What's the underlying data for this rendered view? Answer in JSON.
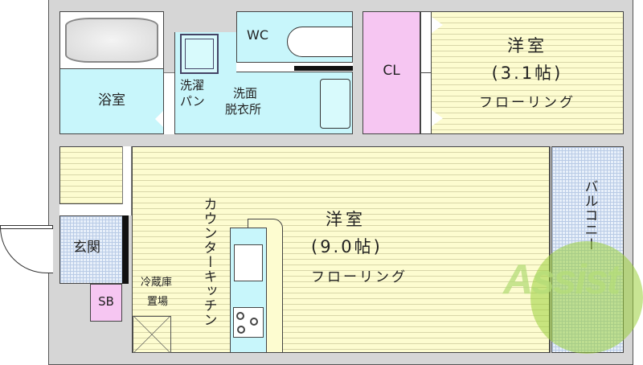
{
  "floorplan": {
    "rooms": {
      "bath": {
        "label": "浴室"
      },
      "wc": {
        "label": "WC"
      },
      "laundry_pan": {
        "label_line1": "洗濯",
        "label_line2": "パン"
      },
      "washroom": {
        "label_line1": "洗面",
        "label_line2": "脱衣所"
      },
      "closet": {
        "label": "CL"
      },
      "western_room_small": {
        "label_line1": "洋室",
        "label_line2": "(3.1帖)",
        "label_line3": "フローリング"
      },
      "western_room_main": {
        "label_line1": "洋室",
        "label_line2": "(9.0帖)",
        "label_line3": "フローリング"
      },
      "entrance": {
        "label": "玄関"
      },
      "shoe_box": {
        "label": "SB"
      },
      "fridge_space": {
        "label_line1": "冷蔵庫",
        "label_line2": "置場"
      },
      "counter_kitchen": {
        "label": "カウンターキッチン"
      },
      "balcony": {
        "label": "バルコニー"
      }
    },
    "watermark": {
      "text": "Assist"
    },
    "colors": {
      "wall": "#d6d6d6",
      "wet_area": "#c8f6fb",
      "flooring": "#fdfcd0",
      "closet": "#f6c6f2",
      "tile": "#e8f0fa",
      "watermark": "#9bcf3a"
    }
  }
}
